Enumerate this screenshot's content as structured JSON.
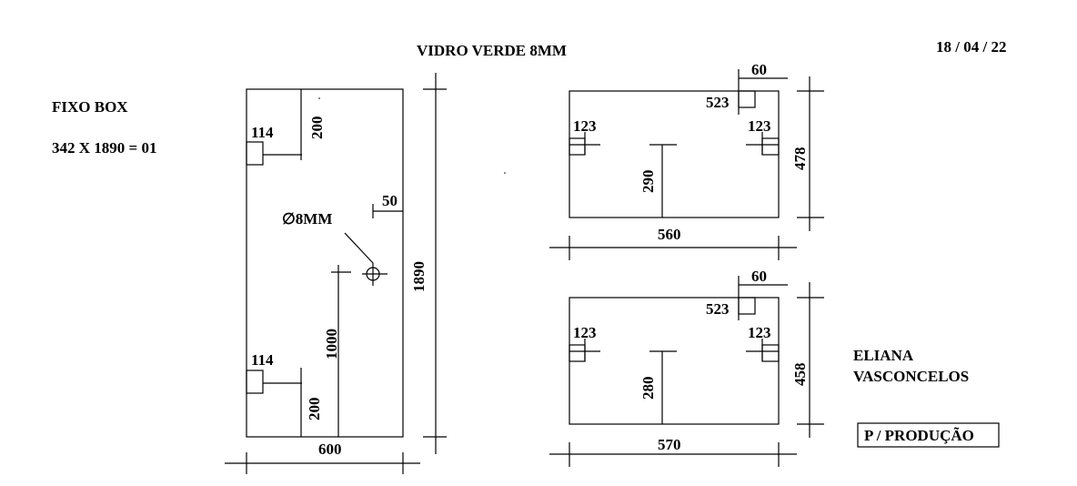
{
  "header": {
    "title": "VIDRO VERDE 8MM",
    "date": "18 / 04 / 22"
  },
  "left_info": {
    "label": "FIXO BOX",
    "spec": "342 X 1890 = 01"
  },
  "client": {
    "name_line1": "ELIANA",
    "name_line2": "VASCONCELOS",
    "status": "P / PRODUÇÃO"
  },
  "panel_main": {
    "width": "600",
    "height": "1890",
    "notch_top": "114",
    "notch_top_offset": "200",
    "notch_bottom": "114",
    "notch_bottom_offset": "200",
    "hole_label": "∅8MM",
    "hole_edge": "50",
    "hole_height": "1000"
  },
  "panel_top": {
    "width": "560",
    "height": "478",
    "notch_left": "123",
    "notch_right": "123",
    "notch_top": "523",
    "notch_top_width": "60",
    "inner_height": "290"
  },
  "panel_bottom": {
    "width": "570",
    "height": "458",
    "notch_left": "123",
    "notch_right": "123",
    "notch_top": "523",
    "notch_top_width": "60",
    "inner_height": "280"
  },
  "icons": {
    "hole": "crosshair-circle-icon"
  }
}
